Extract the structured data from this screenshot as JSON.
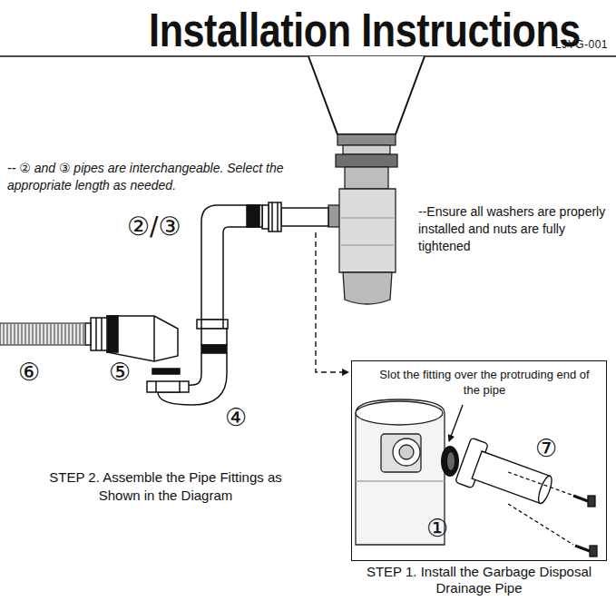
{
  "diagram": {
    "title": "Installation Instructions",
    "nodes": [
      {
        "text": [
          "Slot the fitting over the protruding end of the pipe",
          "⑦",
          "①",
          "STEP 1. Install the Garbage Disposal Drainage Pipe"
        ]
      }
    ],
    "labels": [
      "LJYG-001",
      "-- ② and ③ pipes are interchangeable. Select the appropriate length as needed.",
      "②/③",
      "--Ensure all washers are properly installed and nuts are fully tightened",
      "⑥",
      "⑤",
      "④",
      "STEP 2. Assemble the Pipe Fittings as Shown in the Diagram"
    ]
  }
}
